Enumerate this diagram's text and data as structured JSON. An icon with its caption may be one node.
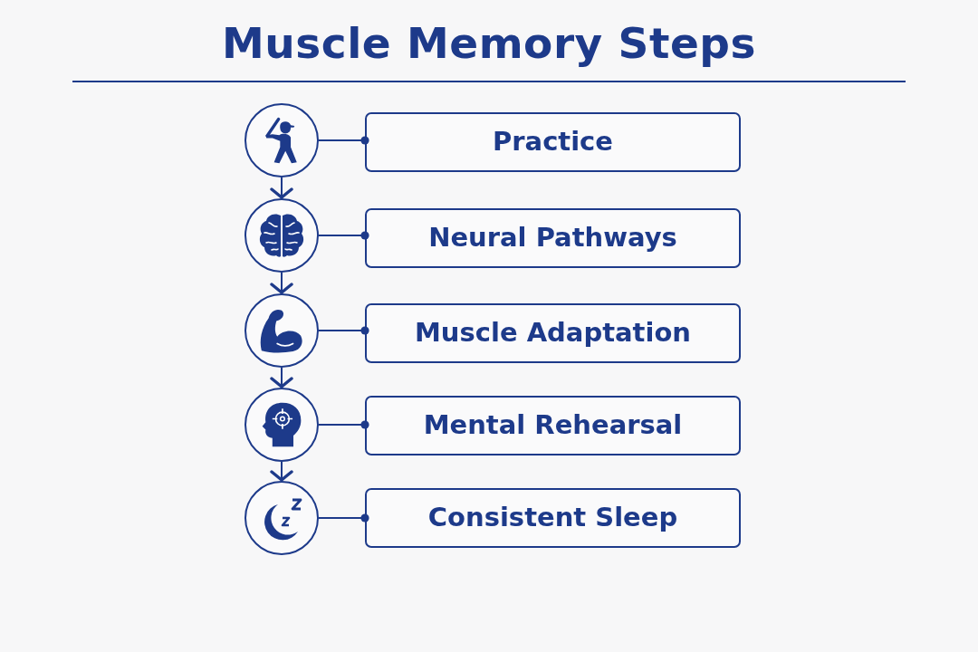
{
  "diagram": {
    "title": "Muscle Memory Steps",
    "nodes": [
      {
        "text": [],
        "shape": "circle"
      },
      {
        "text": [
          "Practice"
        ]
      },
      {
        "text": [],
        "shape": "circle"
      },
      {
        "text": [
          "Neural Pathways"
        ]
      },
      {
        "text": [],
        "shape": "circle"
      },
      {
        "text": [
          "Muscle Adaptation"
        ]
      },
      {
        "text": [],
        "shape": "circle"
      },
      {
        "text": [
          "Mental Rehearsal"
        ]
      },
      {
        "text": [],
        "shape": "circle"
      },
      {
        "text": [
          "Consistent Sleep"
        ]
      }
    ],
    "edges": [
      {
        "from": 0,
        "to": 1,
        "arrow": "other"
      },
      {
        "from": 0,
        "to": 2,
        "arrow": "to"
      },
      {
        "from": 2,
        "to": 3,
        "arrow": "other"
      },
      {
        "from": 2,
        "to": 4,
        "arrow": "to"
      },
      {
        "from": 4,
        "to": 5,
        "arrow": "other"
      },
      {
        "from": 4,
        "to": 6,
        "arrow": "to"
      },
      {
        "from": 6,
        "to": 7,
        "arrow": "other"
      },
      {
        "from": 6,
        "to": 8,
        "arrow": "to"
      },
      {
        "from": 8,
        "to": 9,
        "arrow": "other"
      }
    ]
  }
}
